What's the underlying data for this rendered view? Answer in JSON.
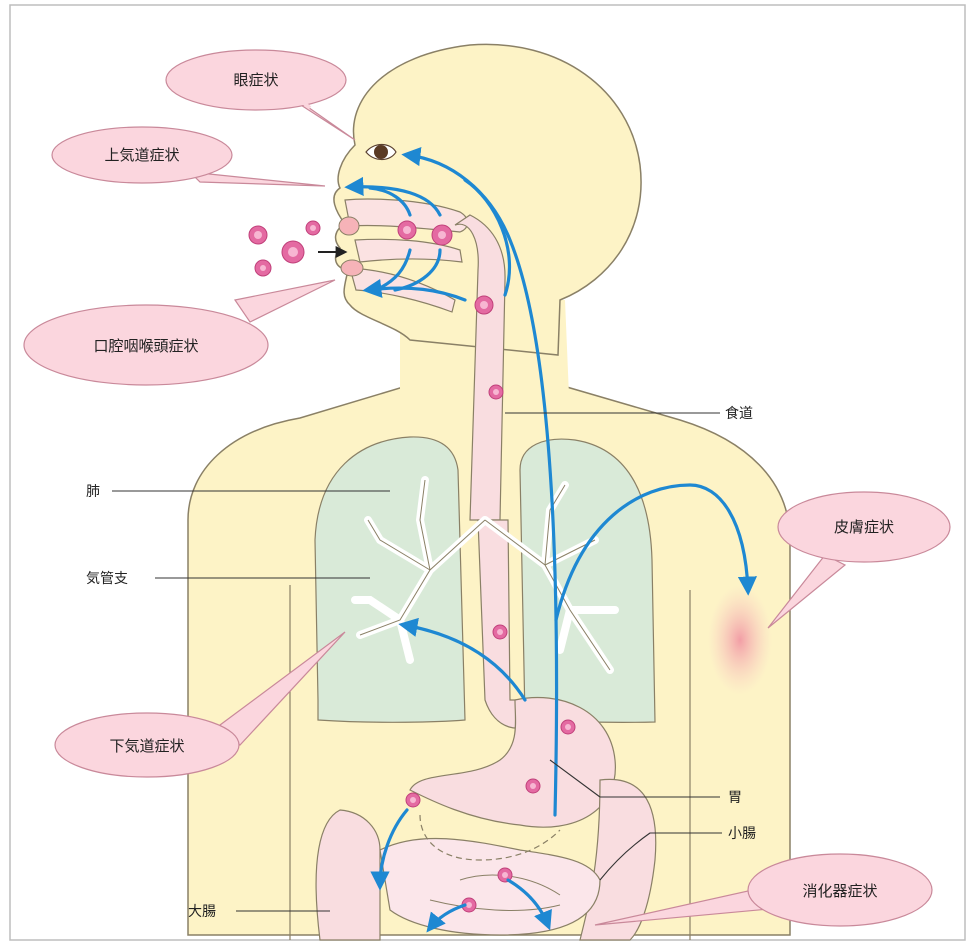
{
  "callouts": {
    "eye": "眼症状",
    "upper_airway": "上気道症状",
    "oral_pharynx": "口腔咽喉頭症状",
    "skin": "皮膚症状",
    "lower_airway": "下気道症状",
    "digestive": "消化器症状"
  },
  "organs": {
    "esophagus": "食道",
    "lung": "肺",
    "bronchi": "気管支",
    "stomach": "胃",
    "small_intestine": "小腸",
    "large_intestine": "大腸"
  },
  "colors": {
    "skin": "#fdf3c6",
    "outline": "#8a8066",
    "arrow": "#1e88d2",
    "callout_fill": "#fbd6de",
    "callout_stroke": "#c9899a",
    "lung": "#d9ead8",
    "gut": "#f9dde0",
    "pollen": "#e46aa2"
  }
}
